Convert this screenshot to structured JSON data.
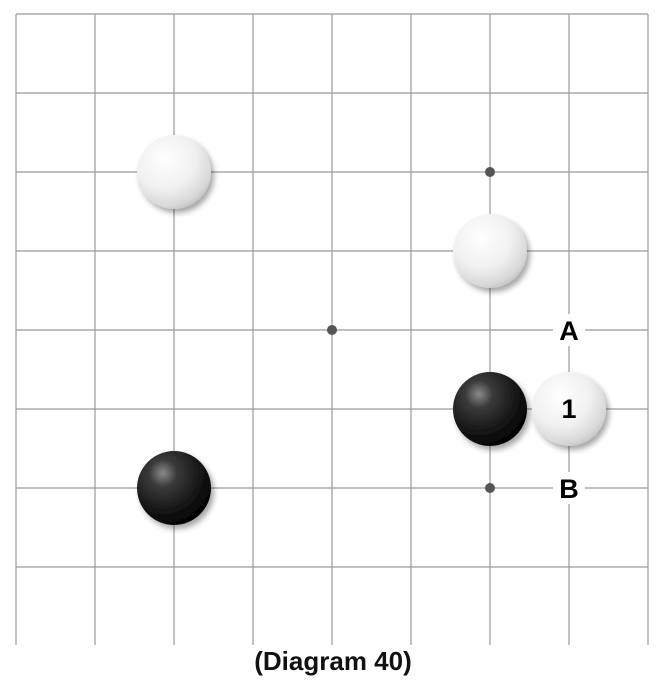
{
  "diagram": {
    "caption": "(Diagram 40)",
    "line_color": "#9a9a9a",
    "hoshi_color": "#555555",
    "stones": [
      {
        "color": "white",
        "col": 2,
        "row": 2,
        "label": ""
      },
      {
        "color": "white",
        "col": 6,
        "row": 3,
        "label": ""
      },
      {
        "color": "black",
        "col": 6,
        "row": 5,
        "label": ""
      },
      {
        "color": "white",
        "col": 7,
        "row": 5,
        "label": "1"
      },
      {
        "color": "black",
        "col": 2,
        "row": 6,
        "label": ""
      }
    ],
    "markers": [
      {
        "text": "A",
        "col": 7,
        "row": 4
      },
      {
        "text": "B",
        "col": 7,
        "row": 6
      }
    ],
    "hoshi": [
      {
        "col": 6,
        "row": 2
      },
      {
        "col": 4,
        "row": 4
      },
      {
        "col": 6,
        "row": 6
      }
    ]
  }
}
